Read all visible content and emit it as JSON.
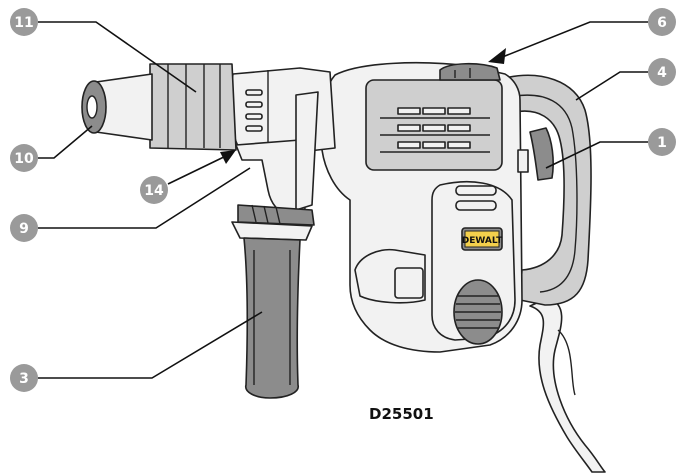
{
  "model": "D25501",
  "brand_badge": "DEWALT",
  "callouts": [
    {
      "id": "c11",
      "label": "11"
    },
    {
      "id": "c6",
      "label": "6"
    },
    {
      "id": "c4",
      "label": "4"
    },
    {
      "id": "c1",
      "label": "1"
    },
    {
      "id": "c10",
      "label": "10"
    },
    {
      "id": "c14",
      "label": "14"
    },
    {
      "id": "c9",
      "label": "9"
    },
    {
      "id": "c3",
      "label": "3"
    }
  ]
}
